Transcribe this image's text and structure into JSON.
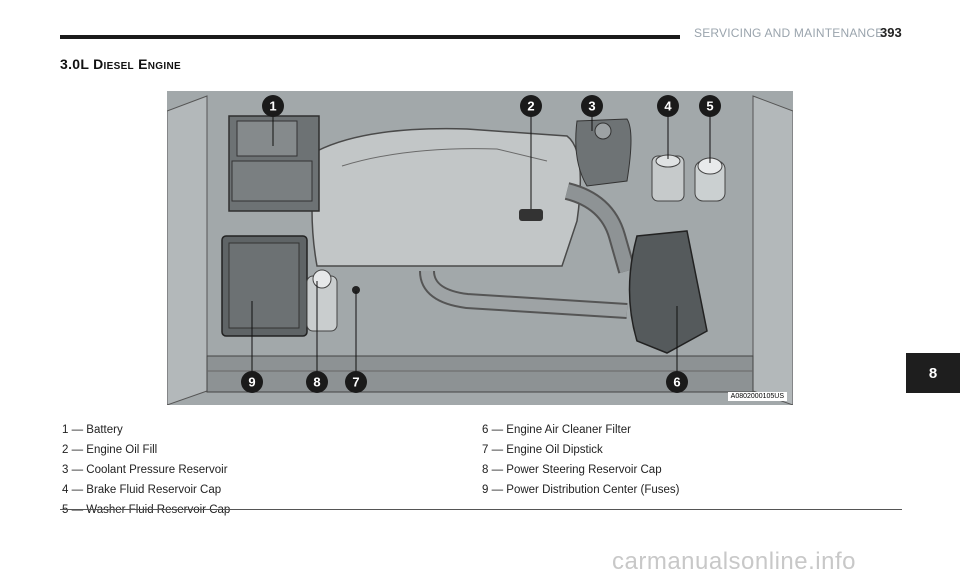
{
  "header": {
    "section": "SERVICING AND MAINTENANCE",
    "page_number": "393"
  },
  "section_title": "3.0L Diesel Engine",
  "figure": {
    "image_id": "A0802000105US",
    "callouts": [
      "1",
      "2",
      "3",
      "4",
      "5",
      "6",
      "7",
      "8",
      "9"
    ]
  },
  "legend": {
    "left": [
      "1 — Battery",
      "2 — Engine Oil Fill",
      "3 — Coolant Pressure Reservoir",
      "4 — Brake Fluid Reservoir Cap",
      "5 — Washer Fluid Reservoir Cap"
    ],
    "right": [
      "6 — Engine Air Cleaner Filter",
      "7 — Engine Oil Dipstick",
      "8 — Power Steering Reservoir Cap",
      "9 — Power Distribution Center (Fuses)"
    ]
  },
  "chapter_tab": "8",
  "watermark": "carmanualsonline.info"
}
